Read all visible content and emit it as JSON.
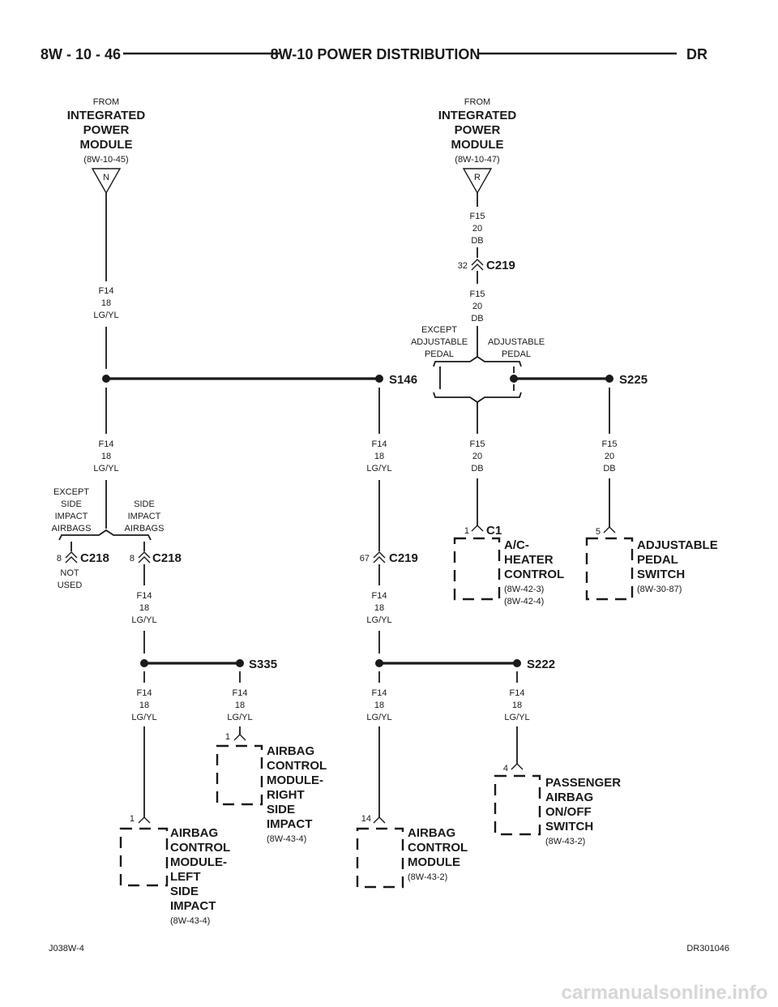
{
  "header": {
    "page_number": "8W - 10 - 46",
    "title": "8W-10 POWER DISTRIBUTION",
    "code": "DR"
  },
  "footer": {
    "left": "J038W-4",
    "right": "DR301046"
  },
  "sources": [
    {
      "from": "FROM",
      "name": [
        "INTEGRATED",
        "POWER",
        "MODULE"
      ],
      "ref": "(8W-10-45)",
      "pin": "N"
    },
    {
      "from": "FROM",
      "name": [
        "INTEGRATED",
        "POWER",
        "MODULE"
      ],
      "ref": "(8W-10-47)",
      "pin": "R"
    }
  ],
  "wires": {
    "f14": [
      "F14",
      "18",
      "LG/YL"
    ],
    "f15": [
      "F15",
      "20",
      "DB"
    ]
  },
  "splices": {
    "s146": "S146",
    "s225": "S225",
    "s335": "S335",
    "s222": "S222"
  },
  "connectors": {
    "c219_top": {
      "pin": "32",
      "name": "C219"
    },
    "c219_mid": {
      "pin": "67",
      "name": "C219"
    },
    "c218_left": {
      "pin": "8",
      "name": "C218"
    },
    "c218_right": {
      "pin": "8",
      "name": "C218"
    },
    "c1": {
      "pin": "1",
      "name": "C1"
    }
  },
  "options": {
    "except_adjustable_pedal": [
      "EXCEPT",
      "ADJUSTABLE",
      "PEDAL"
    ],
    "adjustable_pedal": [
      "ADJUSTABLE",
      "PEDAL"
    ],
    "except_side_impact": [
      "EXCEPT",
      "SIDE",
      "IMPACT",
      "AIRBAGS"
    ],
    "side_impact": [
      "SIDE",
      "IMPACT",
      "AIRBAGS"
    ],
    "not_used": [
      "NOT",
      "USED"
    ]
  },
  "components": {
    "ac_heater": {
      "pin": "",
      "name": [
        "A/C-",
        "HEATER",
        "CONTROL"
      ],
      "refs": [
        "(8W-42-3)",
        "(8W-42-4)"
      ]
    },
    "adjustable_pedal_switch": {
      "pin": "5",
      "name": [
        "ADJUSTABLE",
        "PEDAL",
        "SWITCH"
      ],
      "refs": [
        "(8W-30-87)"
      ]
    },
    "acm_right": {
      "pin": "1",
      "name": [
        "AIRBAG",
        "CONTROL",
        "MODULE-",
        "RIGHT",
        "SIDE",
        "IMPACT"
      ],
      "refs": [
        "(8W-43-4)"
      ]
    },
    "acm_left": {
      "pin": "1",
      "name": [
        "AIRBAG",
        "CONTROL",
        "MODULE-",
        "LEFT",
        "SIDE",
        "IMPACT"
      ],
      "refs": [
        "(8W-43-4)"
      ]
    },
    "acm": {
      "pin": "14",
      "name": [
        "AIRBAG",
        "CONTROL",
        "MODULE"
      ],
      "refs": [
        "(8W-43-2)"
      ]
    },
    "passenger_switch": {
      "pin": "4",
      "name": [
        "PASSENGER",
        "AIRBAG",
        "ON/OFF",
        "SWITCH"
      ],
      "refs": [
        "(8W-43-2)"
      ]
    }
  },
  "watermark": "carmanualsonline.info"
}
